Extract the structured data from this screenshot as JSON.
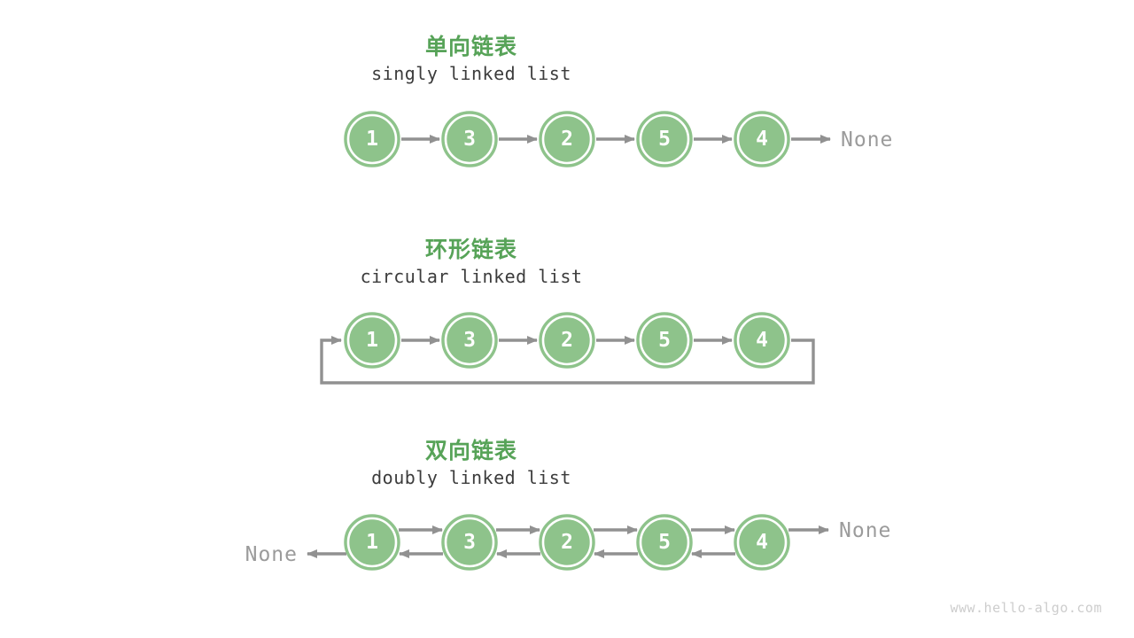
{
  "colors": {
    "node_green": "#8EC38B",
    "node_ring_white": "#FFFFFF",
    "title_green": "#57A358",
    "arrow_gray": "#919191",
    "none_gray": "#9B9B9B",
    "subtitle_dark": "#3C3C3C",
    "watermark_gray": "#CDCDCD",
    "background": "#FFFFFF"
  },
  "sections": [
    {
      "title": "单向链表",
      "subtitle": "singly linked list",
      "nodes": [
        "1",
        "3",
        "2",
        "5",
        "4"
      ],
      "tail_label": "None"
    },
    {
      "title": "环形链表",
      "subtitle": "circular linked list",
      "nodes": [
        "1",
        "3",
        "2",
        "5",
        "4"
      ]
    },
    {
      "title": "双向链表",
      "subtitle": "doubly linked list",
      "nodes": [
        "1",
        "3",
        "2",
        "5",
        "4"
      ],
      "head_label": "None",
      "tail_label": "None"
    }
  ],
  "footer": {
    "watermark": "www.hello-algo.com"
  }
}
